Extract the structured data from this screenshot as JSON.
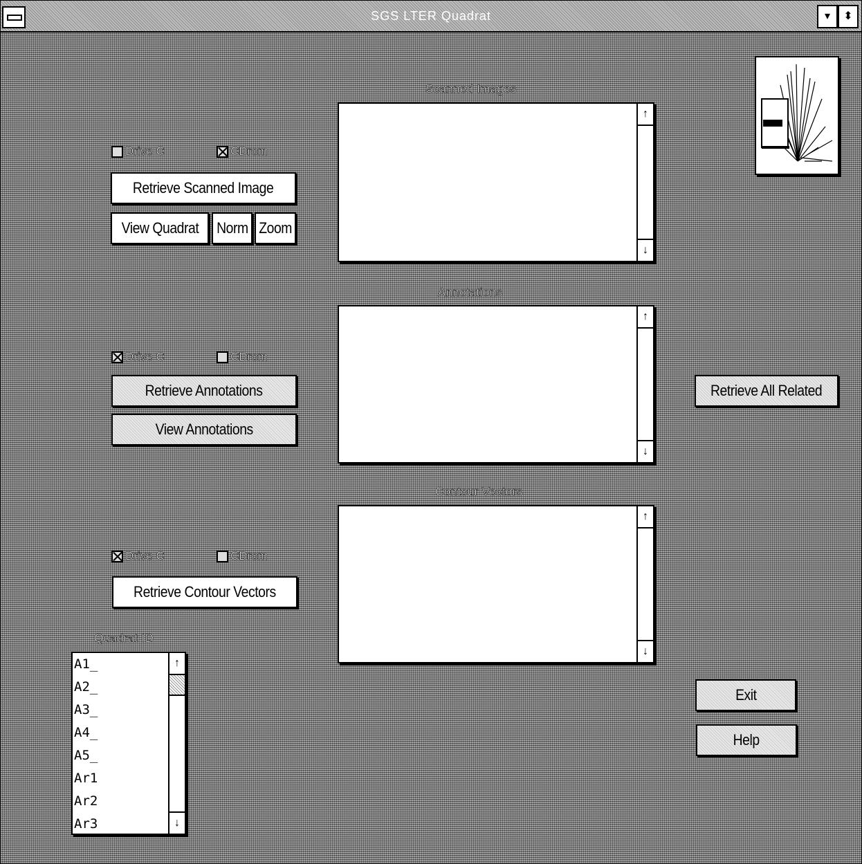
{
  "window": {
    "title": "SGS LTER Quadrat"
  },
  "title_controls": {
    "minimize": "▾",
    "maximize": "⬍"
  },
  "scanned": {
    "label": "Scanned Images",
    "drive_c": {
      "label": "Drive C",
      "checked": false
    },
    "cdrom": {
      "label": "CDrom",
      "checked": true
    },
    "retrieve": "Retrieve Scanned Image",
    "view_quadrat": "View Quadrat",
    "norm": "Norm",
    "zoom": "Zoom"
  },
  "annotations": {
    "label": "Annotations",
    "drive_c": {
      "label": "Drive C",
      "checked": true
    },
    "cdrom": {
      "label": "CDrom",
      "checked": false
    },
    "retrieve": "Retrieve Annotations",
    "view": "View Annotations"
  },
  "contour": {
    "label": "Contour Vectors",
    "drive_c": {
      "label": "Drive C",
      "checked": true
    },
    "cdrom": {
      "label": "CDrom",
      "checked": false
    },
    "retrieve": "Retrieve Contour Vectors"
  },
  "quadrat": {
    "label": "Quadrat ID",
    "items": [
      "A1_",
      "A2_",
      "A3_",
      "A4_",
      "A5_",
      "Ar1",
      "Ar2",
      "Ar3"
    ]
  },
  "actions": {
    "retrieve_all": "Retrieve All Related",
    "exit": "Exit",
    "help": "Help"
  },
  "scroll_icons": {
    "up": "↑",
    "down": "↓"
  }
}
